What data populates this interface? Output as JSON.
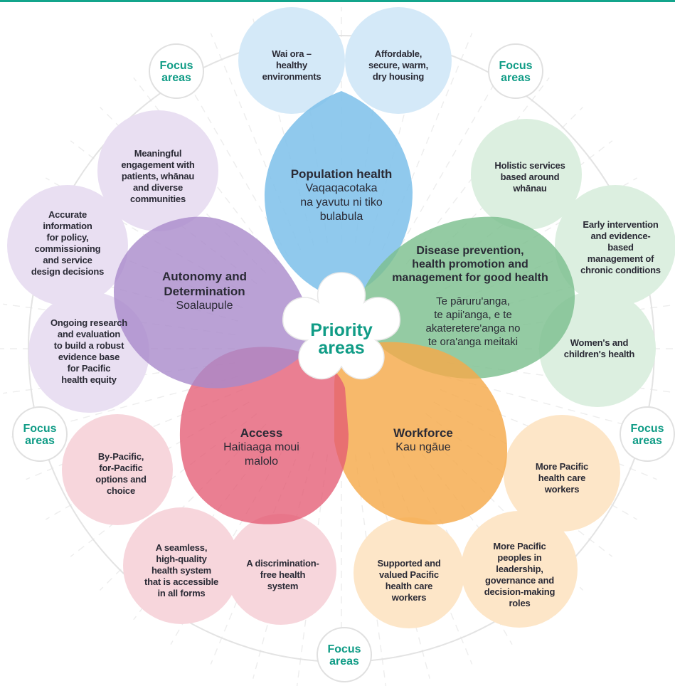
{
  "colors": {
    "teal": "#109c86",
    "blue": "#7cc0ea",
    "green": "#7cc08f",
    "purple": "#a98acb",
    "red": "#e45b73",
    "orange": "#f5a94a"
  },
  "focus_label": {
    "line1": "Focus",
    "line2": "areas"
  },
  "center": {
    "line1": "Priority",
    "line2": "areas"
  },
  "petals": {
    "population": {
      "title": "Population health",
      "sub": [
        "Vaqaqacotaka",
        "na yavutu ni tiko",
        "bulabula"
      ]
    },
    "disease": {
      "title": [
        "Disease prevention,",
        "health promotion and",
        "management for good health"
      ],
      "sub": [
        "Te pāruru'anga,",
        "te apii'anga, e te",
        "akateretere'anga no",
        "te ora'anga meitaki"
      ]
    },
    "autonomy": {
      "title": [
        "Autonomy and",
        "Determination"
      ],
      "sub": [
        "Soalaupule"
      ]
    },
    "access": {
      "title": "Access",
      "sub": [
        "Haitiaaga moui",
        "malolo"
      ]
    },
    "workforce": {
      "title": "Workforce",
      "sub": [
        "Kau ngāue"
      ]
    }
  },
  "focus_areas": {
    "wai_ora": [
      "Wai ora –",
      "healthy",
      "environments"
    ],
    "housing": [
      "Affordable,",
      "secure, warm,",
      "dry housing"
    ],
    "holistic": [
      "Holistic services",
      "based around",
      "whānau"
    ],
    "early_intervention": [
      "Early intervention",
      "and evidence-",
      "based",
      "management of",
      "chronic conditions"
    ],
    "womens": [
      "Women's and",
      "children's health"
    ],
    "more_workers": [
      "More Pacific",
      "health care",
      "workers"
    ],
    "leadership": [
      "More Pacific",
      "peoples in",
      "leadership,",
      "governance and",
      "decision-making",
      "roles"
    ],
    "supported": [
      "Supported and",
      "valued Pacific",
      "health care",
      "workers"
    ],
    "discrimination": [
      "A discrimination-",
      "free health",
      "system"
    ],
    "seamless": [
      "A seamless,",
      "high-quality",
      "health system",
      "that is accessible",
      "in all forms"
    ],
    "by_pacific": [
      "By-Pacific,",
      "for-Pacific",
      "options and",
      "choice"
    ],
    "research": [
      "Ongoing research",
      "and evaluation",
      "to build a robust",
      "evidence base",
      "for Pacific",
      "health equity"
    ],
    "accurate": [
      "Accurate",
      "information",
      "for policy,",
      "commissioning",
      "and service",
      "design decisions"
    ],
    "meaningful": [
      "Meaningful",
      "engagement with",
      "patients, whānau",
      "and diverse",
      "communities"
    ]
  }
}
